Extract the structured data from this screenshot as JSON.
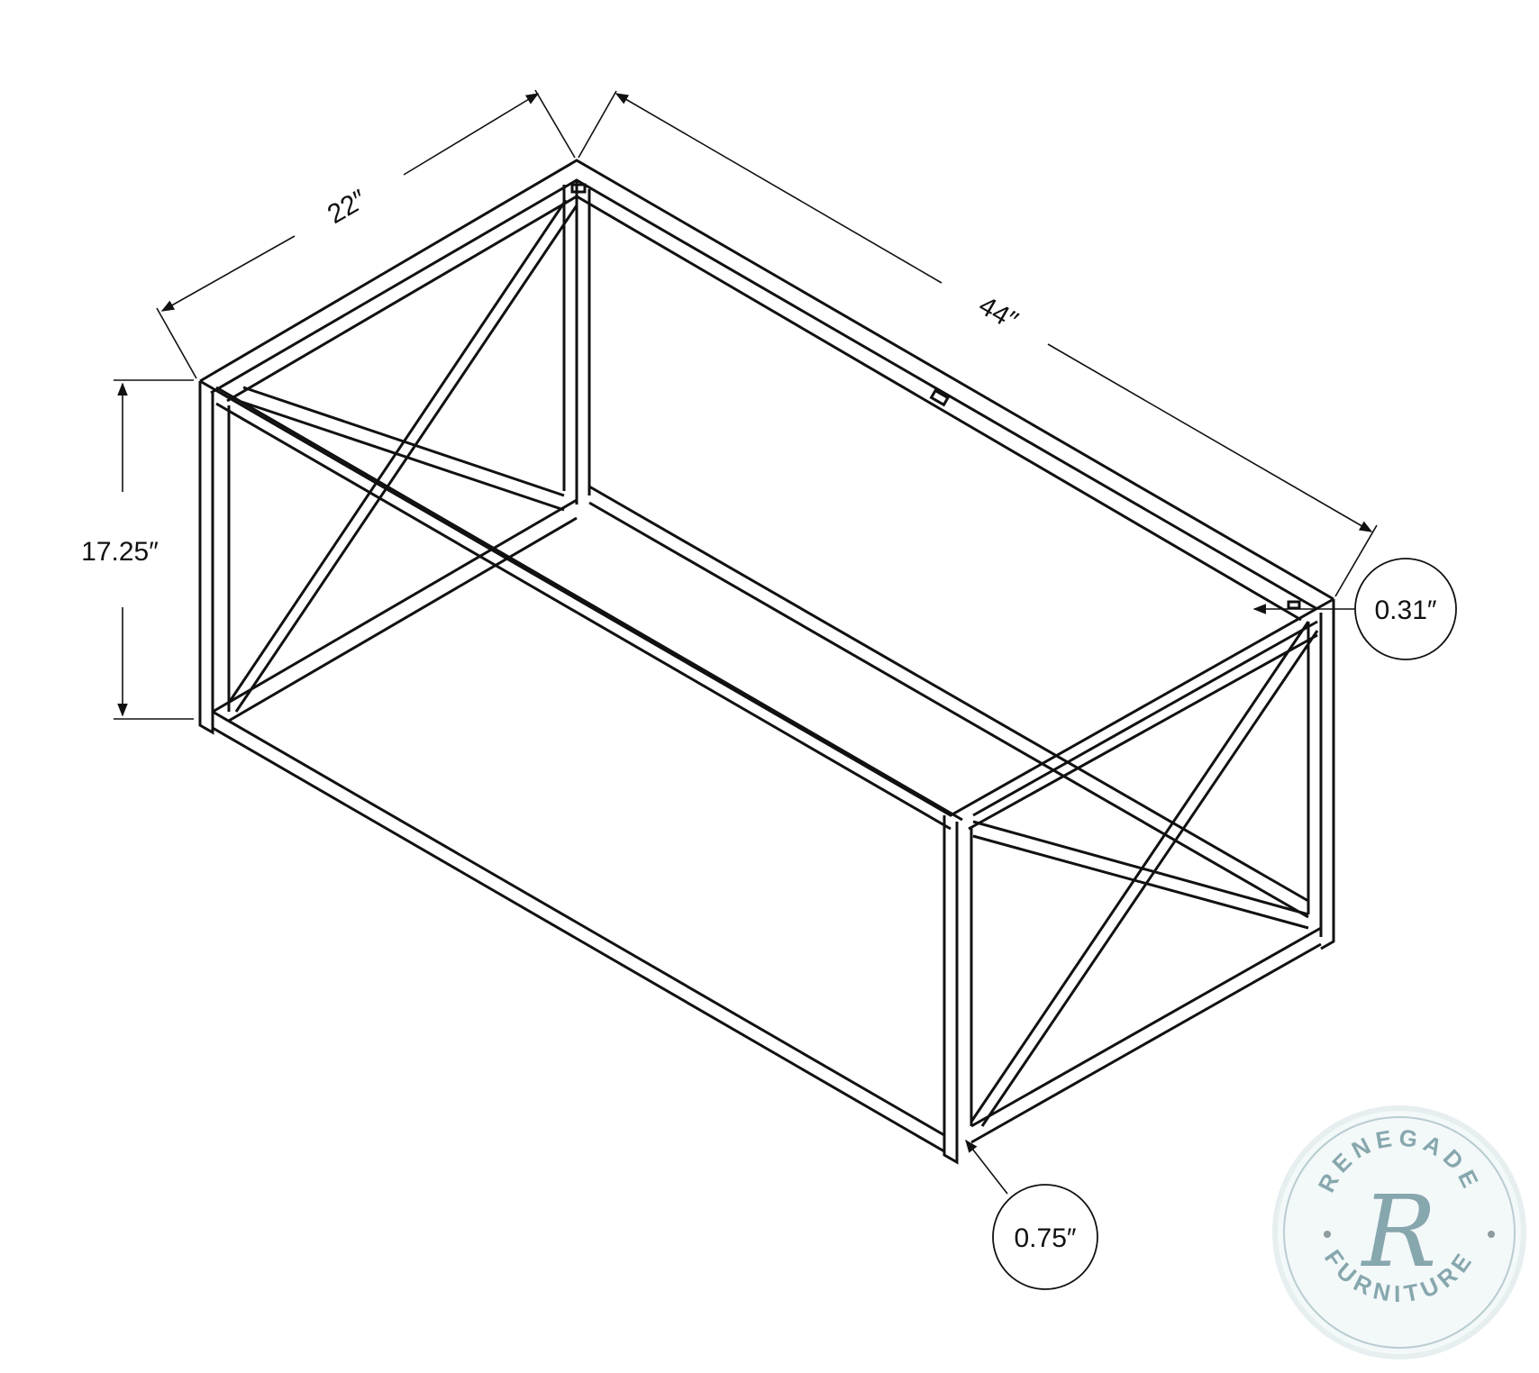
{
  "diagram": {
    "subject": "Coffee table metal frame with X-cross side supports",
    "dimensions": {
      "width": "22″",
      "length": "44″",
      "height": "17.25″",
      "top_inset": "0.31″",
      "tube_thickness": "0.75″"
    }
  },
  "watermark": {
    "top_text": "RENEGADE",
    "bottom_text": "FURNITURE",
    "monogram": "R",
    "color": "#86a7ad",
    "ring_color": "#b9cdd1",
    "fill": "#f3f8f9"
  },
  "colors": {
    "line": "#111111",
    "background": "#ffffff"
  }
}
